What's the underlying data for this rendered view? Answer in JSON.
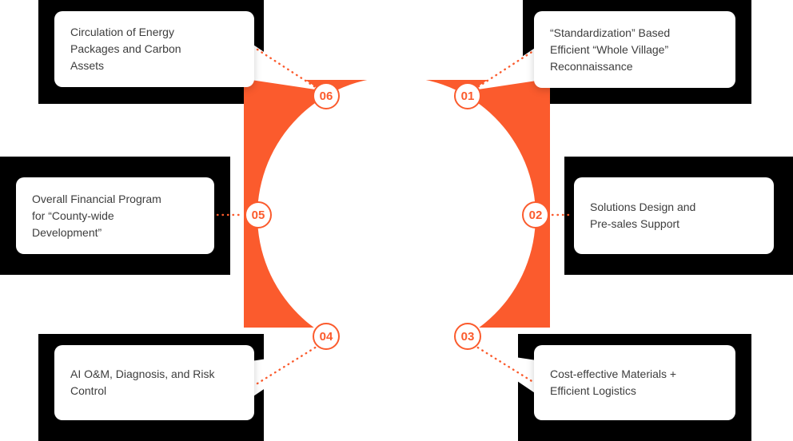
{
  "colors": {
    "accent": "#FB5B2D",
    "backdrop": "#000000",
    "card_bg": "#FFFFFF",
    "text": "#3D3D3D"
  },
  "diagram": {
    "type": "cycle",
    "items": [
      {
        "number": "01",
        "label": "“Standardization” Based\nEfficient “Whole Village”\nReconnaissance"
      },
      {
        "number": "02",
        "label": "Solutions Design and\nPre-sales Support"
      },
      {
        "number": "03",
        "label": "Cost-effective Materials +\nEfficient Logistics"
      },
      {
        "number": "04",
        "label": "AI O&M, Diagnosis, and Risk\nControl"
      },
      {
        "number": "05",
        "label": "Overall Financial Program\n for “County-wide\nDevelopment”"
      },
      {
        "number": "06",
        "label": "Circulation of Energy\nPackages and Carbon\nAssets"
      }
    ]
  }
}
